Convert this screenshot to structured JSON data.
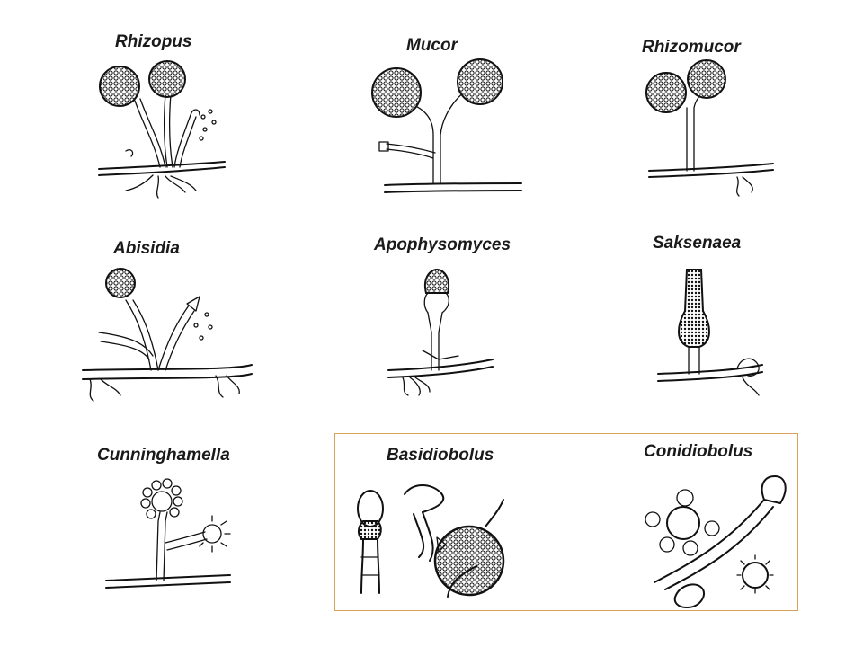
{
  "labels": {
    "rhizopus": "Rhizopus",
    "mucor": "Mucor",
    "rhizomucor": "Rhizomucor",
    "abisidia": "Abisidia",
    "apophysomyces": "Apophysomyces",
    "saksenaea": "Saksenaea",
    "cunninghamella": "Cunninghamella",
    "basidiobolus": "Basidiobolus",
    "conidiobolus": "Conidiobolus"
  },
  "colors": {
    "ink": "#111111",
    "highlight_border": "#d9a25a",
    "background": "#ffffff"
  }
}
